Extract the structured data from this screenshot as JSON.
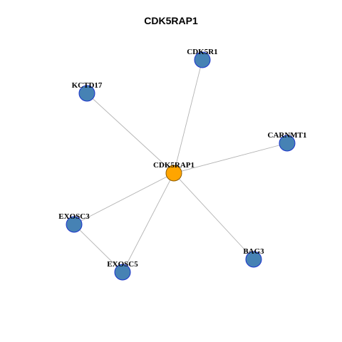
{
  "title": "CDK5RAP1",
  "colors": {
    "center_fill": "#FFA500",
    "node_fill": "#4682B4",
    "node_stroke": "#1a33cc",
    "edge": "#b3b3b3"
  },
  "nodes": [
    {
      "id": "CDK5RAP1",
      "label": "CDK5RAP1",
      "role": "center"
    },
    {
      "id": "CDK5R1",
      "label": "CDK5R1",
      "role": "neighbor"
    },
    {
      "id": "KCTD17",
      "label": "KCTD17",
      "role": "neighbor"
    },
    {
      "id": "CARNMT1",
      "label": "CARNMT1",
      "role": "neighbor"
    },
    {
      "id": "EXOSC3",
      "label": "EXOSC3",
      "role": "neighbor"
    },
    {
      "id": "EXOSC5",
      "label": "EXOSC5",
      "role": "neighbor"
    },
    {
      "id": "BAG3",
      "label": "BAG3",
      "role": "neighbor"
    }
  ],
  "edges": [
    [
      "CDK5RAP1",
      "CDK5R1"
    ],
    [
      "CDK5RAP1",
      "KCTD17"
    ],
    [
      "CDK5RAP1",
      "CARNMT1"
    ],
    [
      "CDK5RAP1",
      "EXOSC3"
    ],
    [
      "CDK5RAP1",
      "EXOSC5"
    ],
    [
      "CDK5RAP1",
      "BAG3"
    ],
    [
      "EXOSC3",
      "EXOSC5"
    ]
  ]
}
